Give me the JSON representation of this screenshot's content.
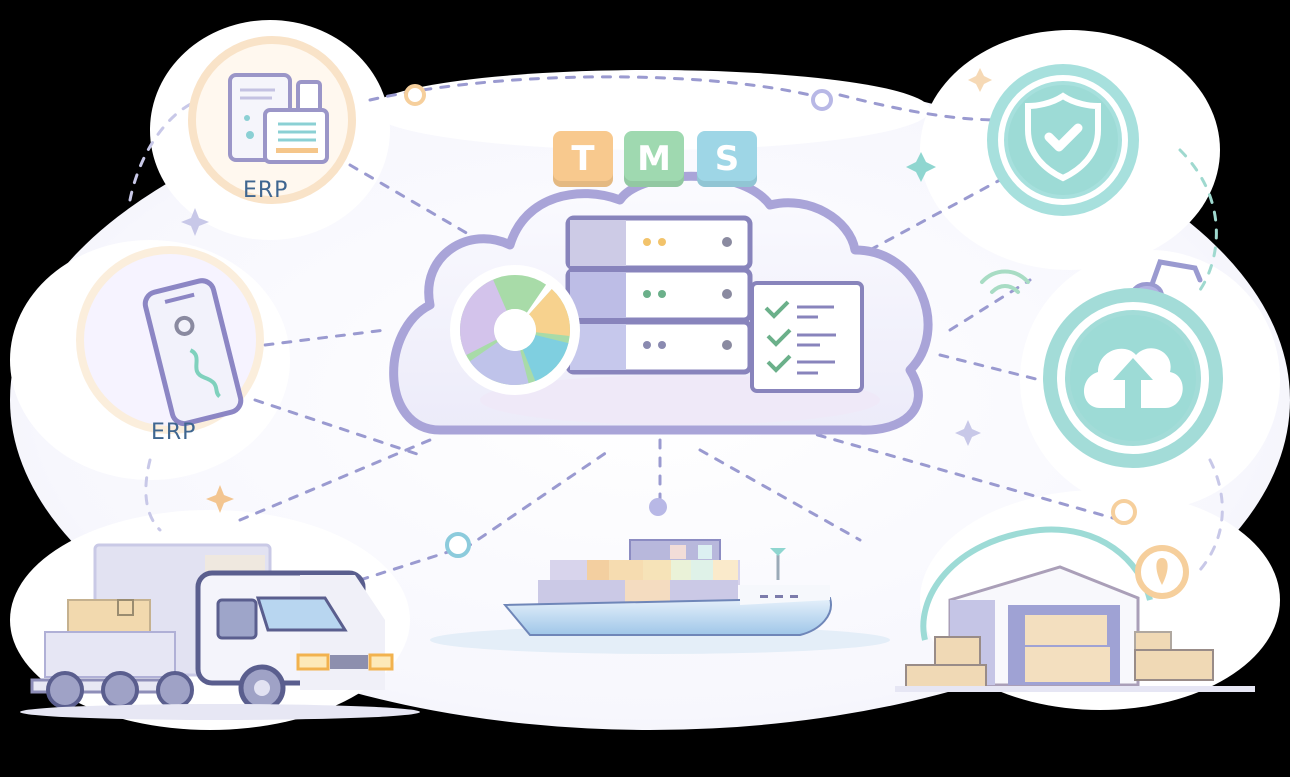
{
  "diagram": {
    "title_tiles": [
      {
        "letter": "T",
        "color": "#f8c98e"
      },
      {
        "letter": "M",
        "color": "#9fd9b0"
      },
      {
        "letter": "S",
        "color": "#9ed6e6"
      }
    ],
    "hub": {
      "name": "TMS cloud",
      "components": [
        "server-rack",
        "donut-chart",
        "checklist"
      ],
      "server_led_colors": [
        "#f2c36b",
        "#6bb08a",
        "#8a8ab0"
      ]
    },
    "nodes": [
      {
        "id": "erp-documents",
        "label": "ERP",
        "icon": "documents-icon"
      },
      {
        "id": "erp-mobile",
        "label": "ERP",
        "icon": "mobile-route-icon"
      },
      {
        "id": "security",
        "label": "",
        "icon": "shield-check-icon"
      },
      {
        "id": "cloud-upload",
        "label": "",
        "icon": "cloud-upload-icon"
      },
      {
        "id": "truck",
        "label": "",
        "icon": "truck-icon"
      },
      {
        "id": "ship",
        "label": "",
        "icon": "cargo-ship-icon"
      },
      {
        "id": "warehouse",
        "label": "",
        "icon": "warehouse-icon"
      }
    ],
    "colors": {
      "outline": "#8f8fc8",
      "teal": "#8fd6d0",
      "peach": "#f8d9b0",
      "text": "#3f6690",
      "dash": "#9a9ad0",
      "background": "#ffffff"
    }
  }
}
